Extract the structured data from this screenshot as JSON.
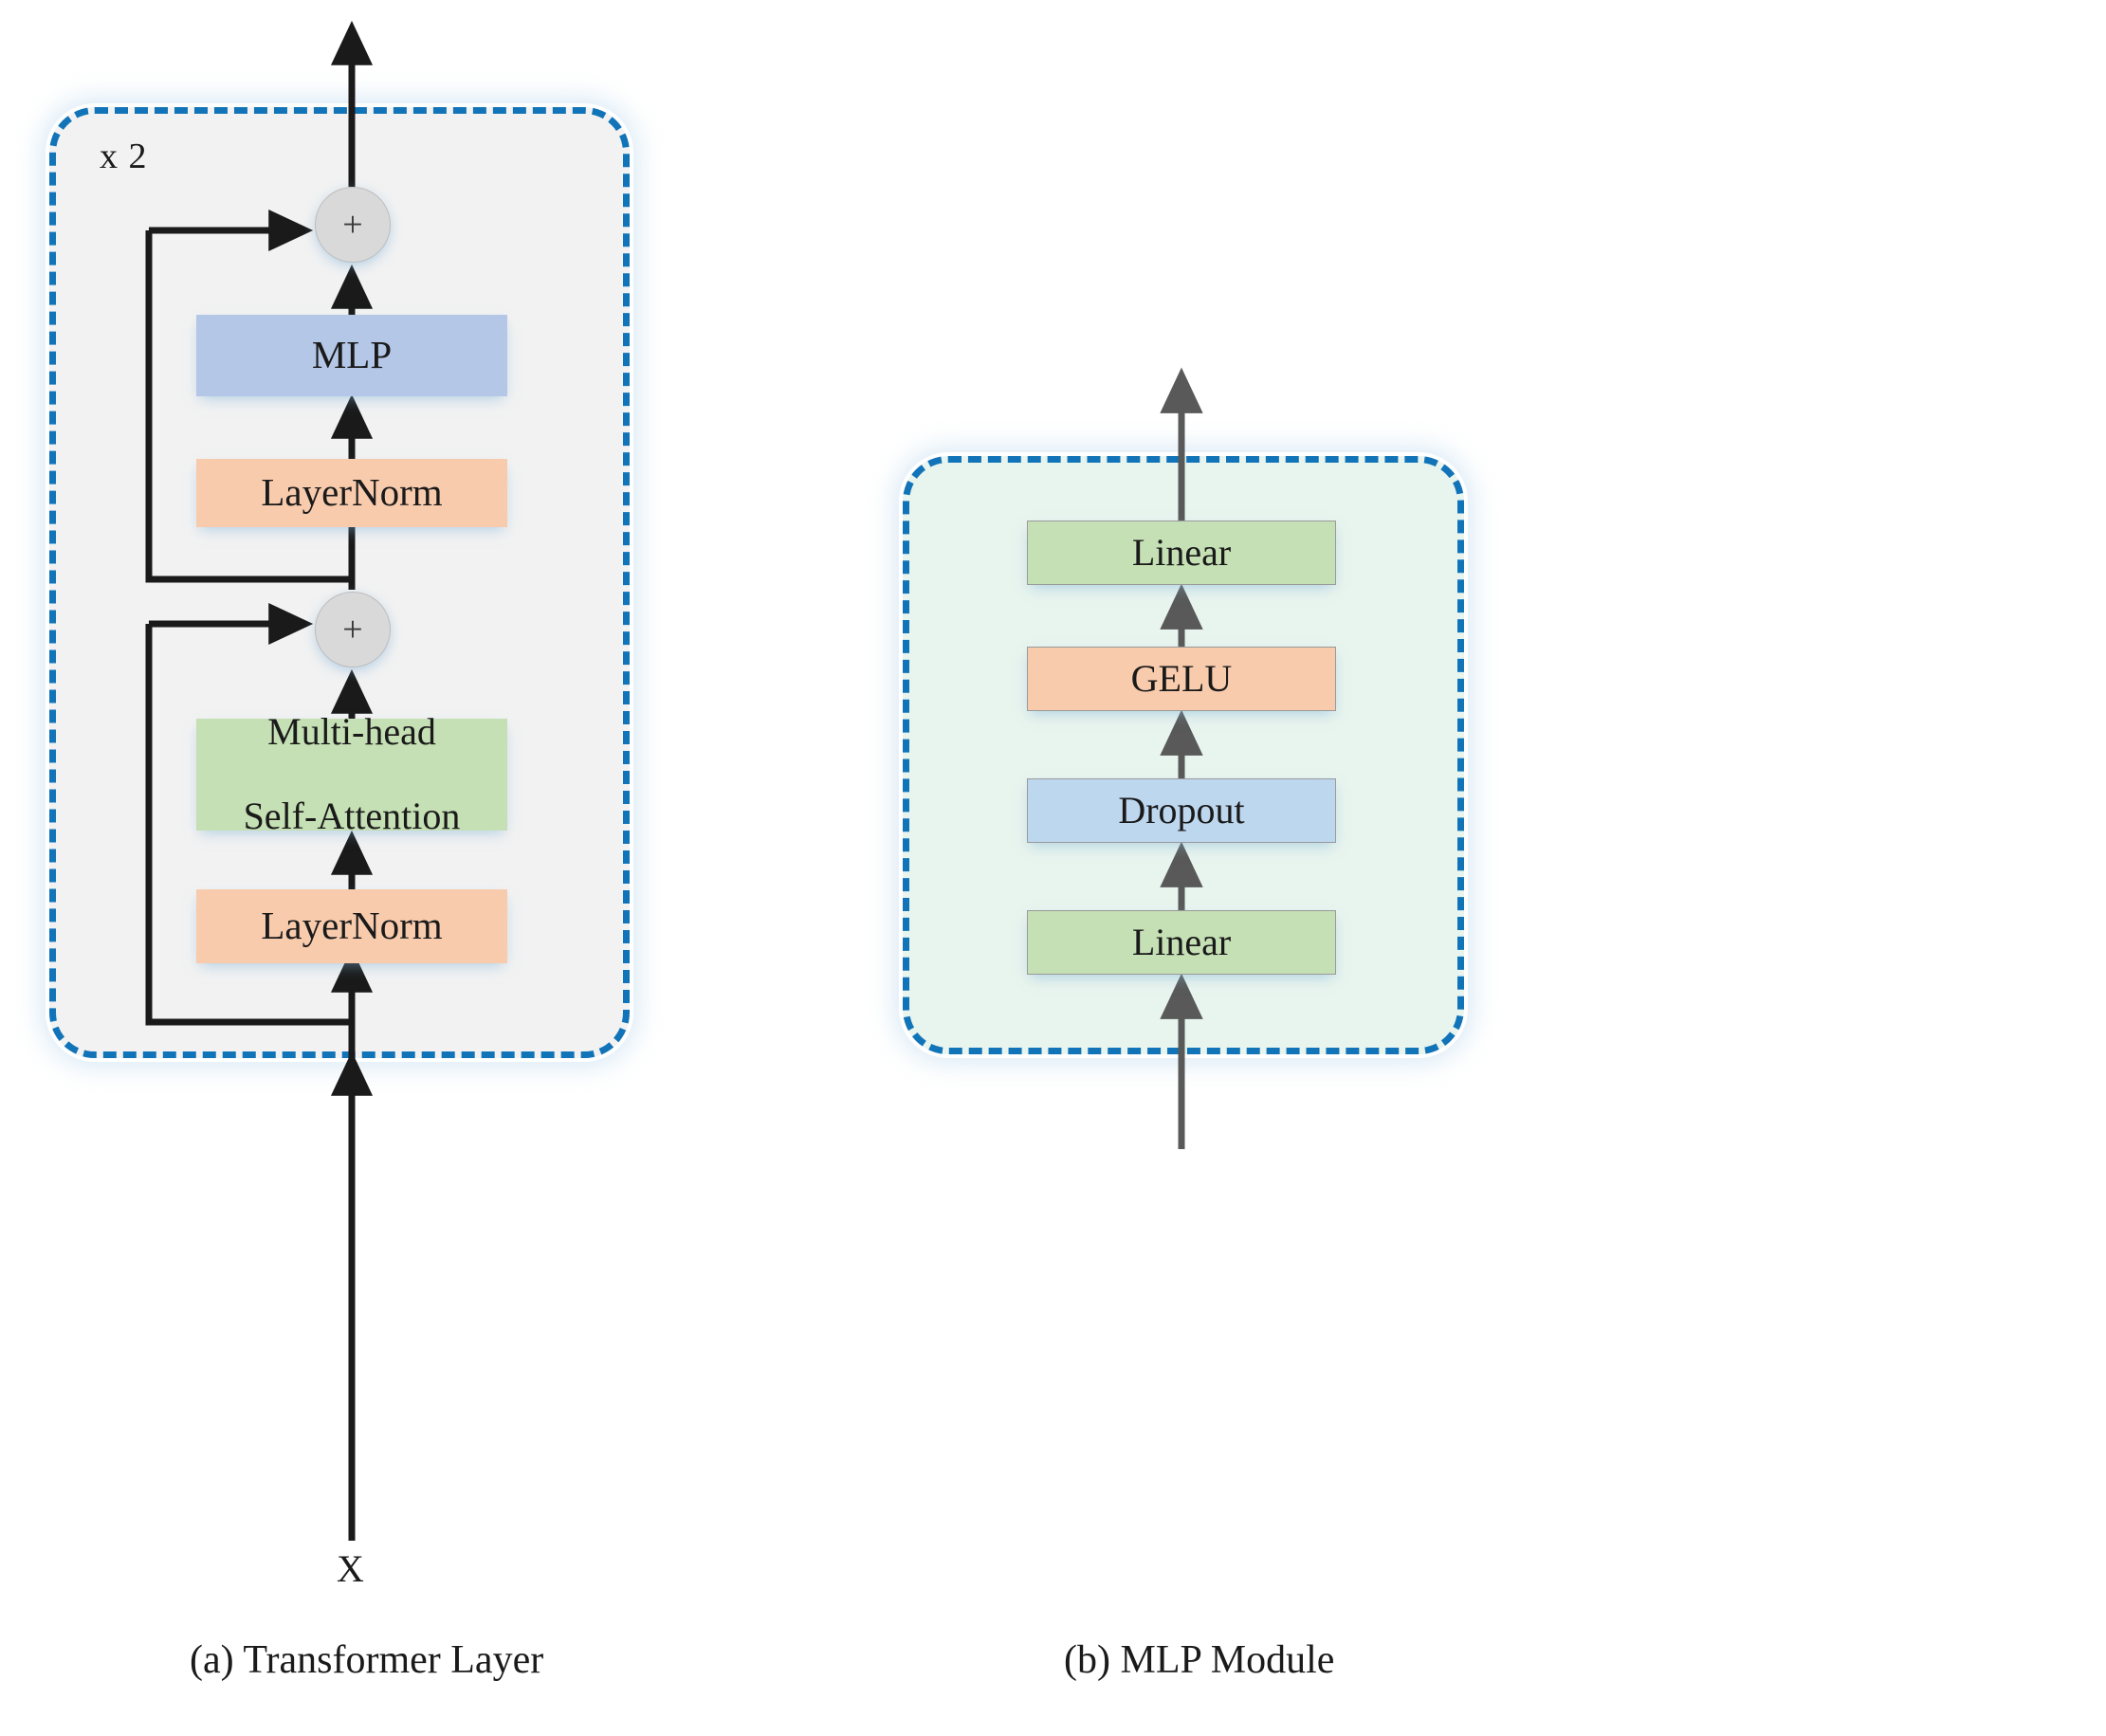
{
  "figure": {
    "panels": [
      {
        "id": "transformer-layer",
        "caption": "(a) Transformer Layer",
        "repeat_label": "x 2",
        "input_label": "X",
        "background_color": "#f2f2f2",
        "border_color": "#1274b8",
        "blocks": [
          {
            "label": "MLP",
            "color": "#b4c7e7"
          },
          {
            "label": "LayerNorm",
            "color": "#f8cbad"
          },
          {
            "label_line1": "Multi-head",
            "label_line2": "Self-Attention",
            "color": "#c5e0b4"
          },
          {
            "label": "LayerNorm",
            "color": "#f8cbad"
          }
        ],
        "operators": [
          {
            "symbol": "+",
            "name": "residual-add-mlp"
          },
          {
            "symbol": "+",
            "name": "residual-add-attention"
          }
        ]
      },
      {
        "id": "mlp-module",
        "caption": "(b) MLP Module",
        "background_color": "#e8f4ee",
        "border_color": "#1274b8",
        "blocks": [
          {
            "label": "Linear",
            "color": "#c5e0b4"
          },
          {
            "label": "GELU",
            "color": "#f8cbad"
          },
          {
            "label": "Dropout",
            "color": "#bdd7ee"
          },
          {
            "label": "Linear",
            "color": "#c5e0b4"
          }
        ]
      }
    ],
    "colors": {
      "arrow_black": "#1a1a1a",
      "arrow_gray": "#595959",
      "dashed_border": "#1274b8",
      "node_fill": "#d9d9d9",
      "panel_a_fill": "#f2f2f2",
      "panel_b_fill": "#e8f4ee"
    }
  }
}
